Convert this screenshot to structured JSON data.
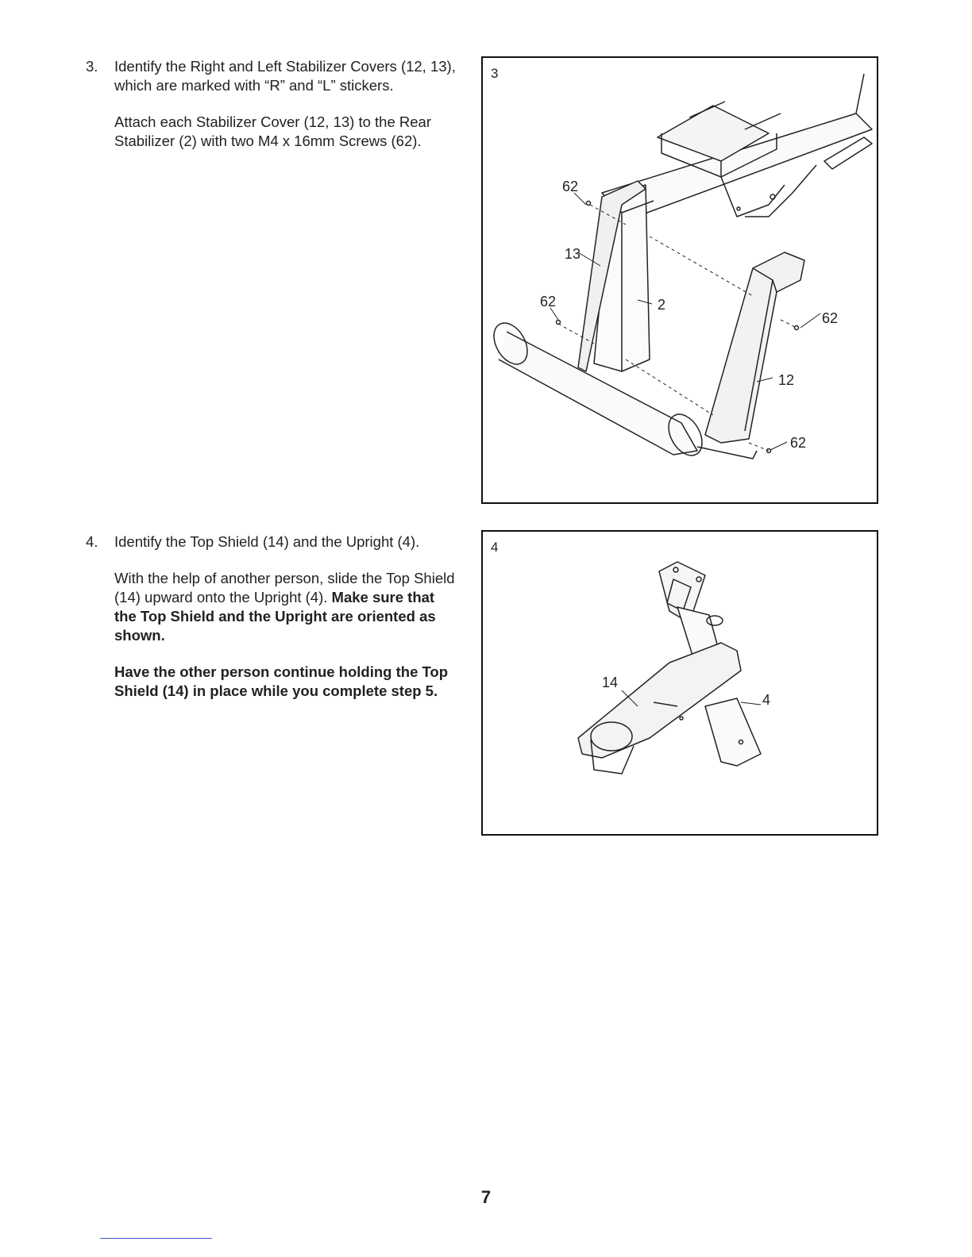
{
  "steps": [
    {
      "number": "3.",
      "paragraph1": "Identify the Right and Left Stabilizer Covers (12, 13), which are marked with “R” and “L” stickers.",
      "paragraph2": "Attach each Stabilizer Cover (12, 13) to the Rear Stabilizer (2) with two M4 x 16mm Screws (62)."
    },
    {
      "number": "4.",
      "paragraph1": "Identify the Top Shield (14) and the Upright (4).",
      "paragraph2_regular": "With the help of another person, slide the Top Shield (14) upward onto the Upright (4).",
      "paragraph2_bold": "Make sure that the Top Shield and the Upright are oriented as shown.",
      "paragraph3_bold": "Have the other person continue holding the Top Shield (14) in place while you complete step 5."
    }
  ],
  "figures": [
    {
      "number": "3",
      "callouts": {
        "screw_upper_left": "62",
        "left_cover": "13",
        "screw_lower_left": "62",
        "rear_stabilizer": "2",
        "screw_upper_right": "62",
        "right_cover": "12",
        "screw_lower_right": "62"
      }
    },
    {
      "number": "4",
      "callouts": {
        "top_shield": "14",
        "upright": "4"
      }
    }
  ],
  "page_number": "7"
}
